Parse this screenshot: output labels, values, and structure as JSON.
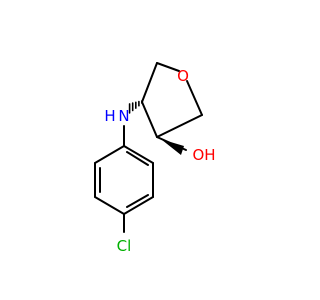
{
  "structure": {
    "atoms": {
      "ring_oxygen": {
        "symbol": "O",
        "color": "#ff0000"
      },
      "amine_nitrogen": {
        "symbol": "N",
        "hydrogen": "H",
        "color": "#0000ff"
      },
      "hydroxyl": {
        "text": "OH",
        "color": "#ff0000"
      },
      "chlorine": {
        "text": "Cl",
        "color": "#00b000"
      }
    },
    "bond_color": "#000000",
    "stereo_bonds": [
      "wedge-hashed",
      "wedge-solid"
    ]
  }
}
